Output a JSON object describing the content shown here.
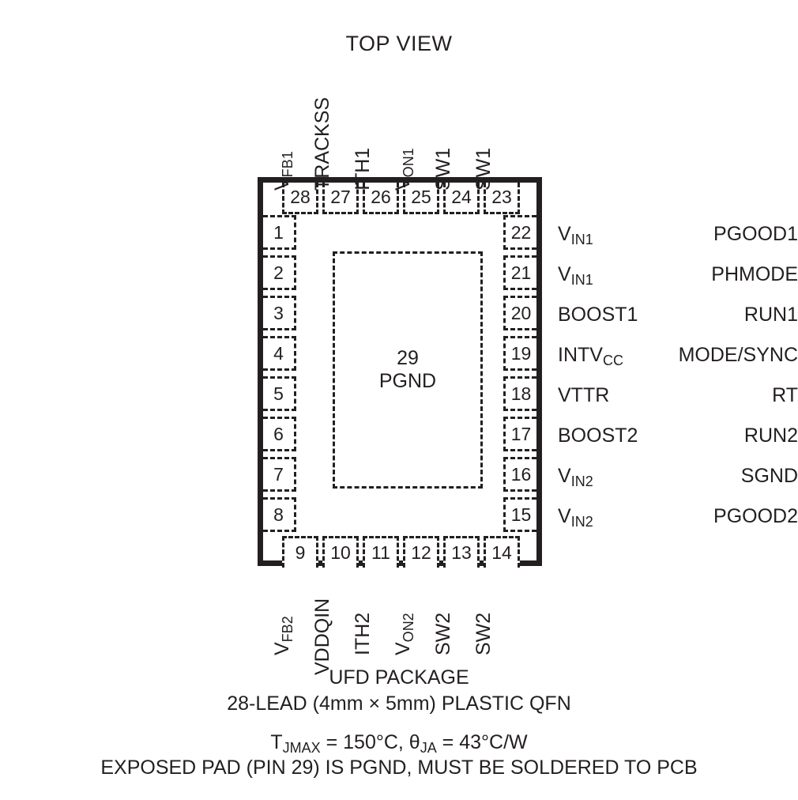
{
  "title": "TOP VIEW",
  "package": {
    "center_pad_number": "29",
    "center_pad_name": "PGND"
  },
  "pins": {
    "left": [
      {
        "number": "1",
        "name": "PGOOD1"
      },
      {
        "number": "2",
        "name": "PHMODE"
      },
      {
        "number": "3",
        "name": "RUN1"
      },
      {
        "number": "4",
        "name": "MODE/SYNC"
      },
      {
        "number": "5",
        "name": "RT"
      },
      {
        "number": "6",
        "name": "RUN2"
      },
      {
        "number": "7",
        "name": "SGND"
      },
      {
        "number": "8",
        "name": "PGOOD2"
      }
    ],
    "bottom": [
      {
        "number": "9",
        "name": "V",
        "sub": "FB2"
      },
      {
        "number": "10",
        "name": "VDDQIN",
        "sub": ""
      },
      {
        "number": "11",
        "name": "ITH2",
        "sub": ""
      },
      {
        "number": "12",
        "name": "V",
        "sub": "ON2"
      },
      {
        "number": "13",
        "name": "SW2",
        "sub": ""
      },
      {
        "number": "14",
        "name": "SW2",
        "sub": ""
      }
    ],
    "right": [
      {
        "number": "22",
        "name": "V",
        "sub": "IN1"
      },
      {
        "number": "21",
        "name": "V",
        "sub": "IN1"
      },
      {
        "number": "20",
        "name": "BOOST1",
        "sub": ""
      },
      {
        "number": "19",
        "name": "INTV",
        "sub": "CC"
      },
      {
        "number": "18",
        "name": "VTTR",
        "sub": ""
      },
      {
        "number": "17",
        "name": "BOOST2",
        "sub": ""
      },
      {
        "number": "16",
        "name": "V",
        "sub": "IN2"
      },
      {
        "number": "15",
        "name": "V",
        "sub": "IN2"
      }
    ],
    "top": [
      {
        "number": "28",
        "name": "V",
        "sub": "FB1"
      },
      {
        "number": "27",
        "name": "TRACKSS",
        "sub": ""
      },
      {
        "number": "26",
        "name": "ITH1",
        "sub": ""
      },
      {
        "number": "25",
        "name": "V",
        "sub": "ON1"
      },
      {
        "number": "24",
        "name": "SW1",
        "sub": ""
      },
      {
        "number": "23",
        "name": "SW1",
        "sub": ""
      }
    ]
  },
  "caption": {
    "package_name": "UFD PACKAGE",
    "package_desc": "28-LEAD (4mm × 5mm) PLASTIC QFN",
    "thermal_prefix": "T",
    "thermal_sub1": "JMAX",
    "thermal_mid": " = 150°C, θ",
    "thermal_sub2": "JA",
    "thermal_suffix": " = 43°C/W",
    "exposed_pad_note": "EXPOSED PAD (PIN 29) IS PGND, MUST BE SOLDERED TO PCB"
  },
  "colors": {
    "ink": "#231f20",
    "background": "#ffffff"
  }
}
